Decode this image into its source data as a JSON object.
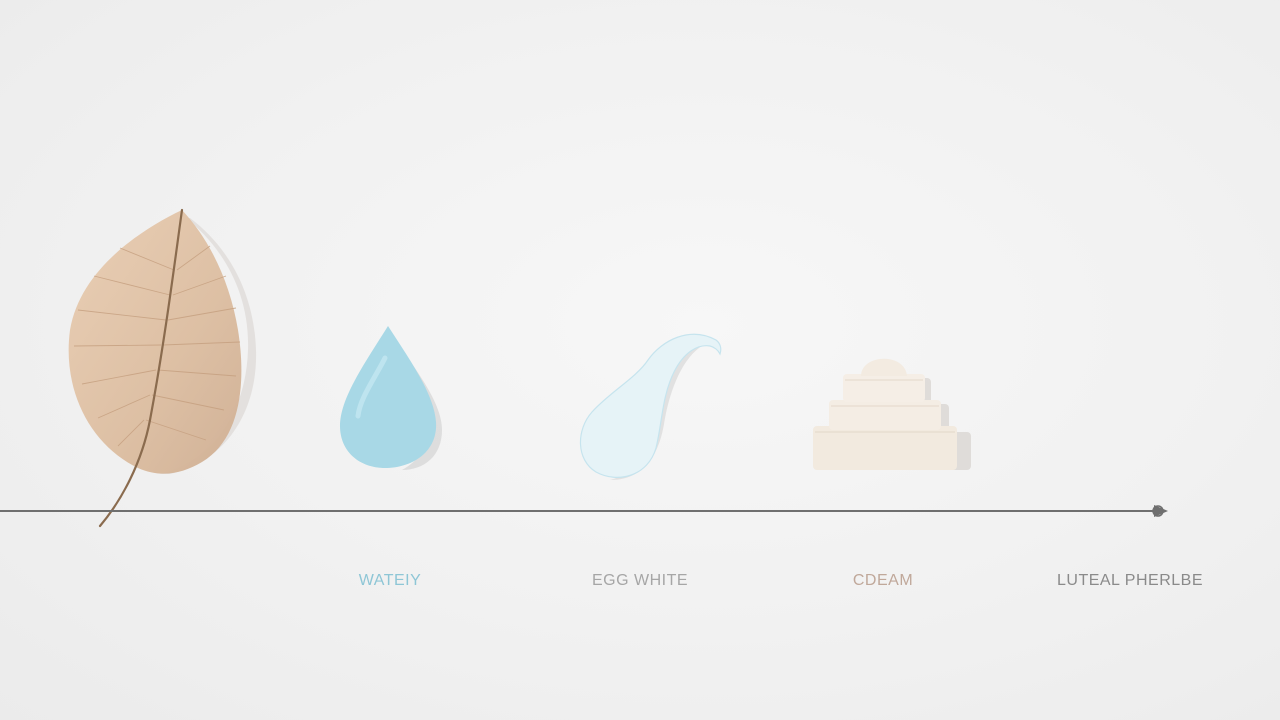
{
  "stages": [
    {
      "label": "",
      "icon": "dry-leaf-icon",
      "color": "#f4ddc6"
    },
    {
      "label": "WATEIY",
      "icon": "water-drop-icon",
      "color": "#8ec6d6"
    },
    {
      "label": "EGG WHITE",
      "icon": "swirl-drop-icon",
      "color": "#a6a6a6"
    },
    {
      "label": "CDEAM",
      "icon": "cream-stack-icon",
      "color": "#c0a89a"
    },
    {
      "label": "LUTEAL PHERLBE",
      "icon": "",
      "color": "#8a8a8a"
    }
  ],
  "timeline": {
    "arrow": "right",
    "color": "#6f6f6f"
  }
}
